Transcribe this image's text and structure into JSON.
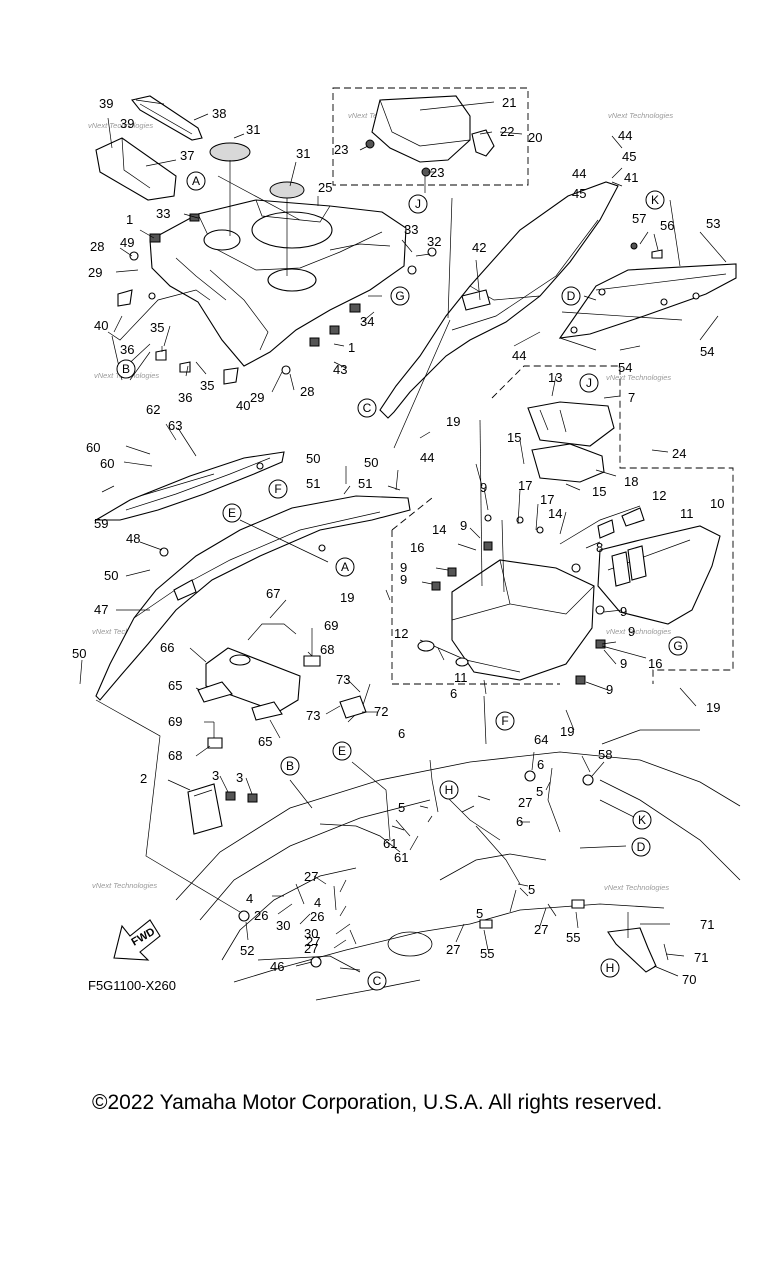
{
  "diagram": {
    "drawing_code": "F5G1100-X260",
    "copyright": "©2022 Yamaha Motor Corporation, U.S.A. All rights reserved.",
    "watermark": "vNext Technologies",
    "direction_arrow": "FWD",
    "callouts": [
      {
        "n": "39"
      },
      {
        "n": "39"
      },
      {
        "n": "38"
      },
      {
        "n": "31"
      },
      {
        "n": "37"
      },
      {
        "n": "31"
      },
      {
        "n": "25"
      },
      {
        "n": "33"
      },
      {
        "n": "1"
      },
      {
        "n": "28"
      },
      {
        "n": "49"
      },
      {
        "n": "29"
      },
      {
        "n": "40"
      },
      {
        "n": "33"
      },
      {
        "n": "32"
      },
      {
        "n": "34"
      },
      {
        "n": "35"
      },
      {
        "n": "36"
      },
      {
        "n": "35"
      },
      {
        "n": "36"
      },
      {
        "n": "40"
      },
      {
        "n": "29"
      },
      {
        "n": "28"
      },
      {
        "n": "43"
      },
      {
        "n": "1"
      },
      {
        "n": "21"
      },
      {
        "n": "22"
      },
      {
        "n": "20"
      },
      {
        "n": "23"
      },
      {
        "n": "23"
      },
      {
        "n": "44"
      },
      {
        "n": "44"
      },
      {
        "n": "45"
      },
      {
        "n": "45"
      },
      {
        "n": "41"
      },
      {
        "n": "57"
      },
      {
        "n": "56"
      },
      {
        "n": "53"
      },
      {
        "n": "42"
      },
      {
        "n": "44"
      },
      {
        "n": "54"
      },
      {
        "n": "54"
      },
      {
        "n": "13"
      },
      {
        "n": "7"
      },
      {
        "n": "19"
      },
      {
        "n": "44"
      },
      {
        "n": "15"
      },
      {
        "n": "24"
      },
      {
        "n": "17"
      },
      {
        "n": "18"
      },
      {
        "n": "15"
      },
      {
        "n": "17"
      },
      {
        "n": "12"
      },
      {
        "n": "9"
      },
      {
        "n": "14"
      },
      {
        "n": "10"
      },
      {
        "n": "9"
      },
      {
        "n": "14"
      },
      {
        "n": "11"
      },
      {
        "n": "16"
      },
      {
        "n": "8"
      },
      {
        "n": "9"
      },
      {
        "n": "9"
      },
      {
        "n": "9"
      },
      {
        "n": "9"
      },
      {
        "n": "19"
      },
      {
        "n": "12"
      },
      {
        "n": "16"
      },
      {
        "n": "9"
      },
      {
        "n": "11"
      },
      {
        "n": "9"
      },
      {
        "n": "6"
      },
      {
        "n": "19"
      },
      {
        "n": "19"
      },
      {
        "n": "62"
      },
      {
        "n": "63"
      },
      {
        "n": "60"
      },
      {
        "n": "60"
      },
      {
        "n": "59"
      },
      {
        "n": "50"
      },
      {
        "n": "50"
      },
      {
        "n": "51"
      },
      {
        "n": "51"
      },
      {
        "n": "48"
      },
      {
        "n": "50"
      },
      {
        "n": "47"
      },
      {
        "n": "67"
      },
      {
        "n": "69"
      },
      {
        "n": "68"
      },
      {
        "n": "66"
      },
      {
        "n": "50"
      },
      {
        "n": "65"
      },
      {
        "n": "69"
      },
      {
        "n": "73"
      },
      {
        "n": "73"
      },
      {
        "n": "72"
      },
      {
        "n": "65"
      },
      {
        "n": "68"
      },
      {
        "n": "6"
      },
      {
        "n": "64"
      },
      {
        "n": "58"
      },
      {
        "n": "6"
      },
      {
        "n": "2"
      },
      {
        "n": "3"
      },
      {
        "n": "3"
      },
      {
        "n": "5"
      },
      {
        "n": "27"
      },
      {
        "n": "5"
      },
      {
        "n": "61"
      },
      {
        "n": "6"
      },
      {
        "n": "61"
      },
      {
        "n": "27"
      },
      {
        "n": "4"
      },
      {
        "n": "26"
      },
      {
        "n": "30"
      },
      {
        "n": "27"
      },
      {
        "n": "4"
      },
      {
        "n": "26"
      },
      {
        "n": "30"
      },
      {
        "n": "27"
      },
      {
        "n": "5"
      },
      {
        "n": "5"
      },
      {
        "n": "27"
      },
      {
        "n": "55"
      },
      {
        "n": "27"
      },
      {
        "n": "55"
      },
      {
        "n": "71"
      },
      {
        "n": "71"
      },
      {
        "n": "70"
      },
      {
        "n": "52"
      },
      {
        "n": "46"
      }
    ],
    "ref_circles": [
      {
        "l": "A"
      },
      {
        "l": "B"
      },
      {
        "l": "G"
      },
      {
        "l": "C"
      },
      {
        "l": "J"
      },
      {
        "l": "K"
      },
      {
        "l": "D"
      },
      {
        "l": "J"
      },
      {
        "l": "F"
      },
      {
        "l": "E"
      },
      {
        "l": "A"
      },
      {
        "l": "G"
      },
      {
        "l": "F"
      },
      {
        "l": "E"
      },
      {
        "l": "H"
      },
      {
        "l": "B"
      },
      {
        "l": "K"
      },
      {
        "l": "D"
      },
      {
        "l": "H"
      },
      {
        "l": "C"
      }
    ]
  }
}
